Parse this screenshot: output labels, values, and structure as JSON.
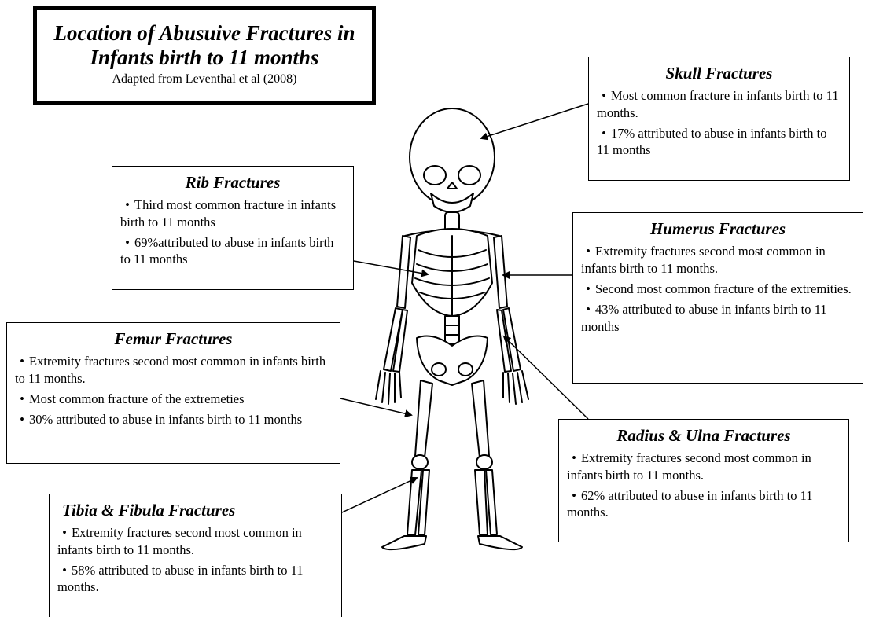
{
  "title": {
    "line1": "Location of Abusuive Fractures in",
    "line2": "Infants birth to 11 months",
    "source": "Adapted from Leventhal et al (2008)"
  },
  "boxes": {
    "skull": {
      "heading": "Skull Fractures",
      "items": [
        "Most common fracture in infants birth to 11 months.",
        "17% attributed to abuse in infants birth to 11 months"
      ]
    },
    "rib": {
      "heading": "Rib Fractures",
      "items": [
        "Third most common fracture in infants birth to 11 months",
        "69%attributed to abuse in infants birth to 11 months"
      ]
    },
    "humerus": {
      "heading": "Humerus Fractures",
      "items": [
        "Extremity fractures second most common in infants birth to 11 months.",
        "Second most common fracture of the extremities.",
        "43% attributed to abuse in infants birth to 11 months"
      ]
    },
    "femur": {
      "heading": "Femur Fractures",
      "items": [
        "Extremity fractures second most common in infants birth to 11 months.",
        "Most common fracture of the extremeties",
        "30% attributed to abuse in infants birth to 11 months"
      ]
    },
    "radius": {
      "heading": "Radius & Ulna Fractures",
      "items": [
        "Extremity fractures second most common in infants birth to 11 months.",
        "62% attributed to abuse in infants birth to 11 months."
      ]
    },
    "tibia": {
      "heading": "Tibia & Fibula Fractures",
      "items": [
        "Extremity fractures second most common in infants birth to 11 months.",
        "58% attributed to abuse in infants birth to 11 months."
      ]
    }
  },
  "bullet": "•"
}
